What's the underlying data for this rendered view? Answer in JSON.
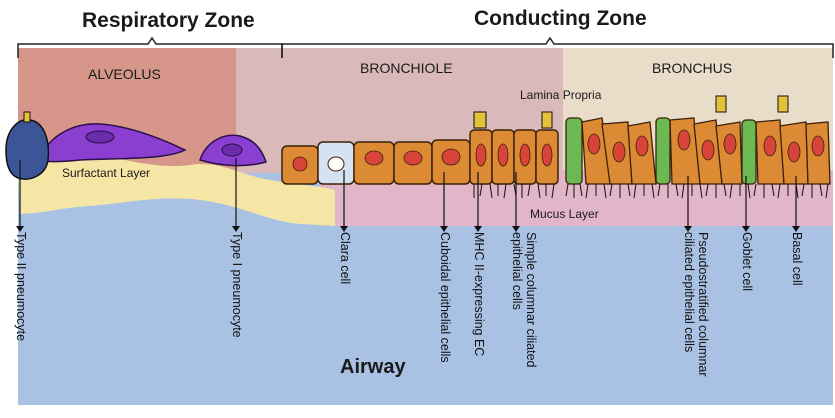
{
  "zones": {
    "respiratory": "Respiratory Zone",
    "conducting": "Conducting Zone"
  },
  "regions": {
    "alveolus": "ALVEOLUS",
    "bronchiole": "BRONCHIOLE",
    "bronchus": "BRONCHUS"
  },
  "layers": {
    "lamina_propria": "Lamina Propria",
    "surfactant": "Surfactant Layer",
    "mucus": "Mucus Layer"
  },
  "airway": "Airway",
  "cell_labels": {
    "type2": [
      "Type II pneumocyte"
    ],
    "type1": [
      "Type I pneumocyte"
    ],
    "clara": [
      "Clara cell"
    ],
    "cuboidal": [
      "Cuboidal epithelial cells"
    ],
    "mhc": [
      "MHC II-expressing EC"
    ],
    "simple_columnar": [
      "Simple columnar ciliated",
      "epithelial cells"
    ],
    "pseudostratified": [
      "Pseudostratified columnar",
      "ciliated epithelial cells"
    ],
    "goblet": [
      "Goblet cell"
    ],
    "basal": [
      "Basal cell"
    ]
  },
  "colors": {
    "airway": "#a9c2e4",
    "alveolus_band": "#d7968a",
    "bronchiole_band": "#dab9b9",
    "bronchus_band": "#e9dcc8",
    "mucus": "#e3b5c9",
    "surfactant": "#f6e6a6",
    "cuboidal_cell": "#dc8a34",
    "nucleus": "#d8443a",
    "type1_cell": "#8a3fd0",
    "type2_cell": "#3b5597",
    "goblet_cell": "#6cb954",
    "clara_cell": "#d6e2f2"
  }
}
